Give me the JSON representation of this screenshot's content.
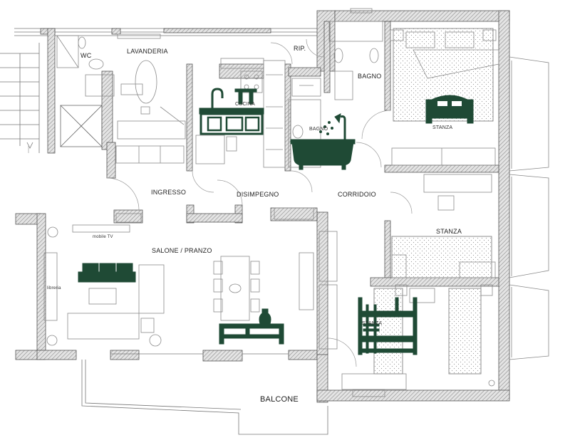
{
  "colors": {
    "wall_hatch": "#8a8a8a",
    "wall_fill": "#d6d6d6",
    "line": "#4a4a4a",
    "furniture_line": "#9a9a9a",
    "icon_green": "#1f4a35",
    "background": "#ffffff"
  },
  "rooms": {
    "wc": "WC",
    "lavanderia": "LAVANDERIA",
    "rip": "RIP.",
    "bagno_top": "BAGNO",
    "cucina": "CUCINA",
    "bagno_mid": "BAGNO",
    "stanza_top": "STANZA",
    "ingresso": "INGRESSO",
    "disimpegno": "DISIMPEGNO",
    "corridoio": "CORRIDOIO",
    "salone_pranzo": "SALONE / PRANZO",
    "stanza_mid": "STANZA",
    "stanza_bottom": "STANZA",
    "balcone": "BALCONE"
  },
  "notes": {
    "mobile_tv": "mobile TV",
    "libreria": "libreria"
  },
  "icons": [
    "kitchen-icon",
    "bathtub-icon",
    "double-bed-icon",
    "sofa-icon",
    "tv-console-icon",
    "bunk-bed-icon"
  ]
}
